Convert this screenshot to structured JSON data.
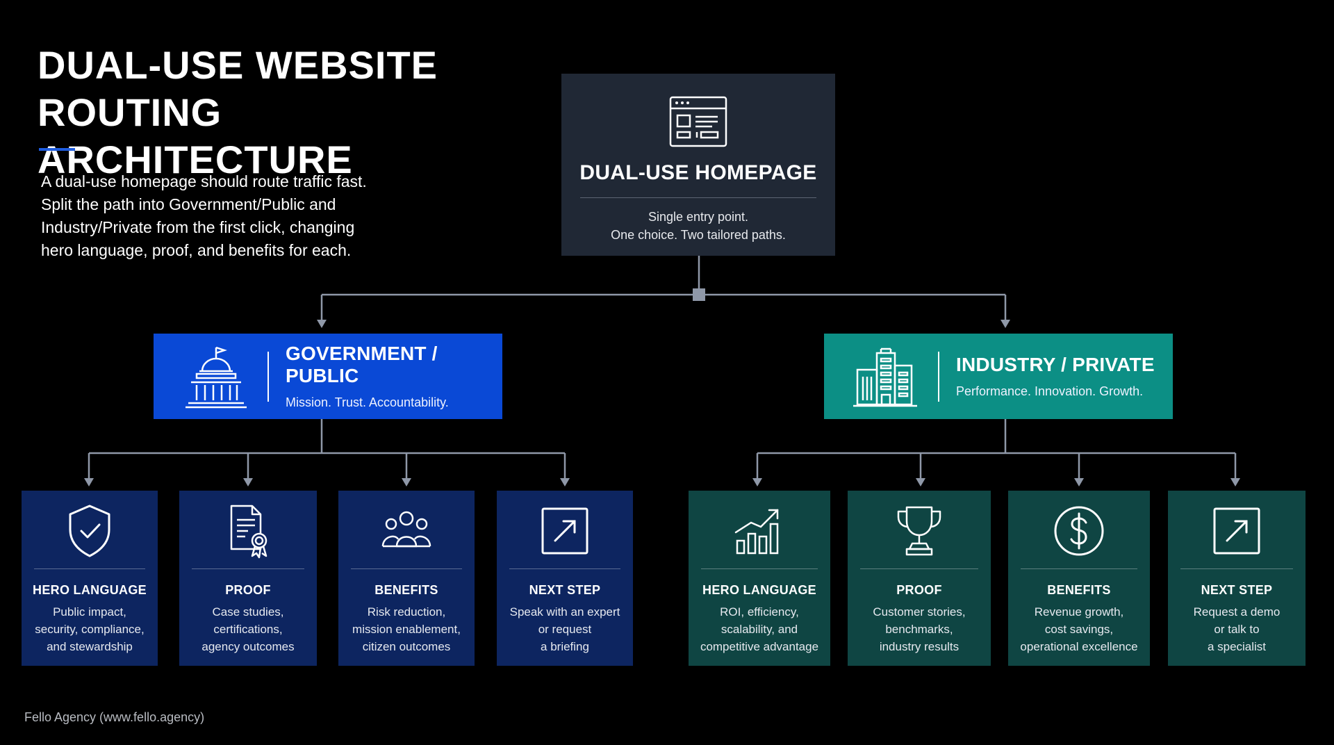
{
  "title": {
    "line1": "DUAL-USE WEBSITE",
    "line2": "ROUTING ARCHITECTURE"
  },
  "intro": "A dual-use homepage should route traffic fast. Split the path into Government/Public and Industry/Private from the first click, changing hero language, proof, and benefits for each.",
  "homepage": {
    "icon": "browser-window-icon",
    "name": "DUAL-USE HOMEPAGE",
    "line1": "Single entry point.",
    "line2": "One choice. Two tailored paths."
  },
  "government": {
    "icon": "capitol-building-icon",
    "name": "GOVERNMENT / PUBLIC",
    "tagline": "Mission. Trust. Accountability.",
    "color": "#0a49d6",
    "cards": [
      {
        "icon": "shield-check-icon",
        "name": "HERO LANGUAGE",
        "lines": [
          "Public impact,",
          "security, compliance,",
          "and stewardship"
        ]
      },
      {
        "icon": "certificate-document-icon",
        "name": "PROOF",
        "lines": [
          "Case studies,",
          "certifications,",
          "agency outcomes"
        ]
      },
      {
        "icon": "people-group-icon",
        "name": "BENEFITS",
        "lines": [
          "Risk reduction,",
          "mission enablement,",
          "citizen outcomes"
        ]
      },
      {
        "icon": "arrow-up-right-icon",
        "name": "NEXT STEP",
        "lines": [
          "Speak with an expert",
          "or request",
          "a briefing"
        ]
      }
    ]
  },
  "industry": {
    "icon": "office-buildings-icon",
    "name": "INDUSTRY / PRIVATE",
    "tagline": "Performance. Innovation. Growth.",
    "color": "#0c8f85",
    "cards": [
      {
        "icon": "growth-chart-icon",
        "name": "HERO LANGUAGE",
        "lines": [
          "ROI, efficiency,",
          "scalability, and",
          "competitive advantage"
        ]
      },
      {
        "icon": "trophy-icon",
        "name": "PROOF",
        "lines": [
          "Customer stories,",
          "benchmarks,",
          "industry results"
        ]
      },
      {
        "icon": "dollar-coin-icon",
        "name": "BENEFITS",
        "lines": [
          "Revenue growth,",
          "cost savings,",
          "operational excellence"
        ]
      },
      {
        "icon": "arrow-up-right-icon",
        "name": "NEXT STEP",
        "lines": [
          "Request a demo",
          "or talk to",
          "a specialist"
        ]
      }
    ]
  },
  "footer": "Fello Agency (www.fello.agency)"
}
